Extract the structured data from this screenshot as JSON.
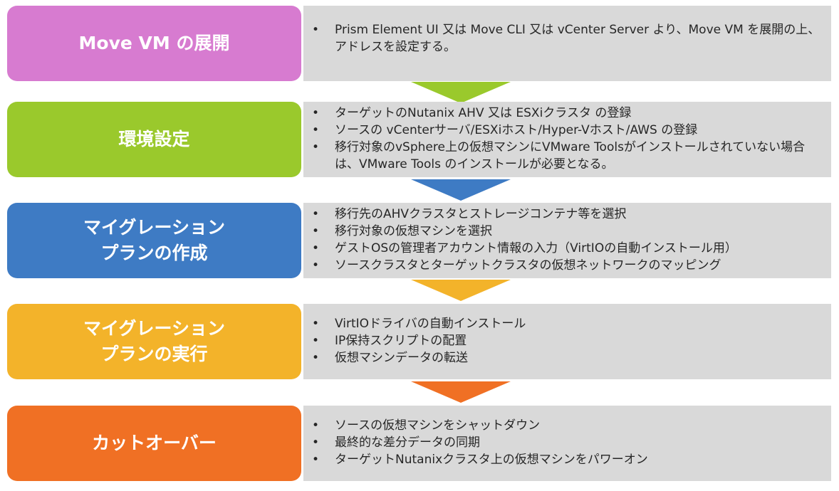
{
  "steps": [
    {
      "label": "Move VM の展開",
      "color": "#d77bd0",
      "bullets": [
        "Prism Element UI 又は Move CLI 又は vCenter Server より、Move VM を展開の上、アドレスを設定する。"
      ]
    },
    {
      "label": "環境設定",
      "color": "#9ac92c",
      "bullets": [
        "ターゲットのNutanix AHV 又は ESXiクラスタ の登録",
        "ソースの vCenterサーバ/ESXiホスト/Hyper-Vホスト/AWS の登録",
        "移行対象のvSphere上の仮想マシンにVMware Toolsがインストールされていない場合は、VMware Tools のインストールが必要となる。"
      ]
    },
    {
      "label": "マイグレーション\nプランの作成",
      "color": "#3e7bc4",
      "bullets": [
        "移行先のAHVクラスタとストレージコンテナ等を選択",
        "移行対象の仮想マシンを選択",
        "ゲストOSの管理者アカウント情報の入力（VirtIOの自動インストール用）",
        "ソースクラスタとターゲットクラスタの仮想ネットワークのマッピング"
      ]
    },
    {
      "label": "マイグレーション\nプランの実行",
      "color": "#f3b32a",
      "bullets": [
        "VirtIOドライバの自動インストール",
        "IP保持スクリプトの配置",
        "仮想マシンデータの転送"
      ]
    },
    {
      "label": "カットオーバー",
      "color": "#f07024",
      "bullets": [
        "ソースの仮想マシンをシャットダウン",
        "最終的な差分データの同期",
        "ターゲットNutanixクラスタ上の仮想マシンをパワーオン"
      ]
    }
  ],
  "arrows": [
    {
      "color": "#9ac92c"
    },
    {
      "color": "#3e7bc4"
    },
    {
      "color": "#f3b32a"
    },
    {
      "color": "#f07024"
    }
  ]
}
